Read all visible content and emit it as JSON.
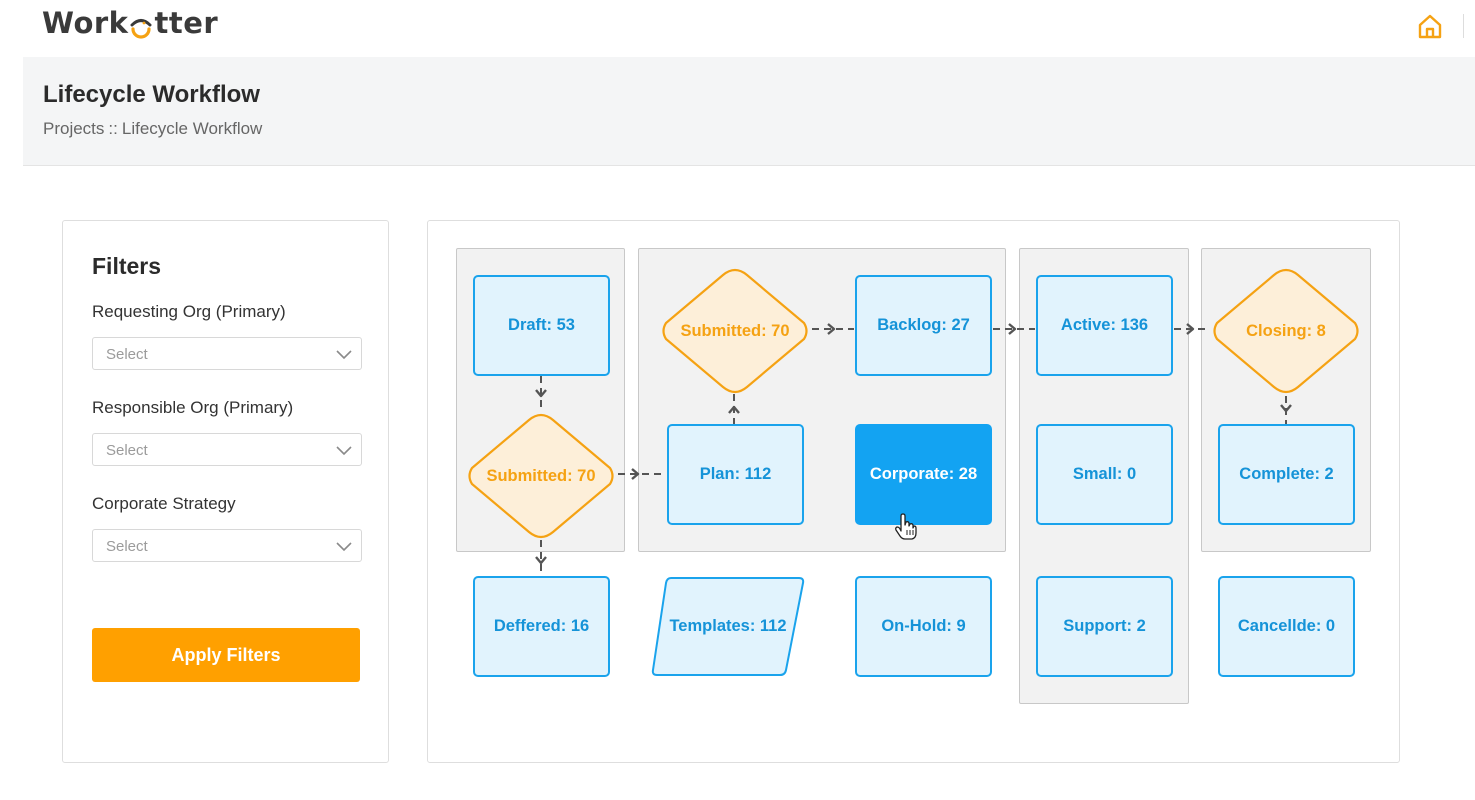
{
  "app": {
    "logo_text_before": "Work",
    "logo_text_after": "tter"
  },
  "header": {
    "title": "Lifecycle Workflow",
    "breadcrumb": [
      "Projects",
      "::",
      "Lifecycle Workflow"
    ]
  },
  "filters": {
    "title": "Filters",
    "fields": [
      {
        "label": "Requesting Org (Primary)",
        "placeholder": "Select"
      },
      {
        "label": "Responsible Org (Primary)",
        "placeholder": "Select"
      },
      {
        "label": "Corporate Strategy",
        "placeholder": "Select"
      }
    ],
    "apply_label": "Apply Filters"
  },
  "workflow": {
    "nodes": {
      "draft": "Draft: 53",
      "submitted_left": "Submitted: 70",
      "deffered": "Deffered: 16",
      "submitted_mid": "Submitted: 70",
      "backlog": "Backlog: 27",
      "plan": "Plan: 112",
      "corporate": "Corporate: 28",
      "templates": "Templates: 112",
      "on_hold": "On-Hold: 9",
      "active": "Active: 136",
      "small": "Small: 0",
      "support": "Support: 2",
      "closing": "Closing: 8",
      "complete": "Complete: 2",
      "cancelled": "Cancellde: 0"
    },
    "selected_node": "Corporate: 28"
  },
  "colors": {
    "accent_orange": "#ffa000",
    "node_blue": "#1aa3ec",
    "node_fill": "#e1f3fd",
    "diamond_orange": "#f5a213",
    "diamond_fill": "#fdefd9",
    "active_node": "#13a3f2"
  }
}
